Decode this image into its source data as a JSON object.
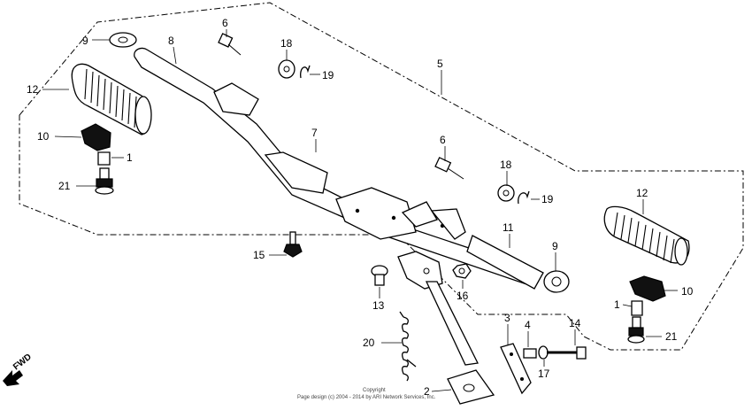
{
  "callouts": {
    "c1a": "1",
    "c1b": "1",
    "c2": "2",
    "c3": "3",
    "c4": "4",
    "c5": "5",
    "c6a": "6",
    "c6b": "6",
    "c7": "7",
    "c8": "8",
    "c9a": "9",
    "c9b": "9",
    "c10a": "10",
    "c10b": "10",
    "c11": "11",
    "c12a": "12",
    "c12b": "12",
    "c13": "13",
    "c14": "14",
    "c15": "15",
    "c16": "16",
    "c17": "17",
    "c18a": "18",
    "c18b": "18",
    "c19a": "19",
    "c19b": "19",
    "c20": "20",
    "c21a": "21",
    "c21b": "21"
  },
  "fwd_label": "FWD",
  "copyright": {
    "line1": "Copyright",
    "line2": "Page design (c) 2004 - 2014 by ARI Network Services, Inc."
  },
  "icons": [
    "fwd-arrow-icon"
  ]
}
